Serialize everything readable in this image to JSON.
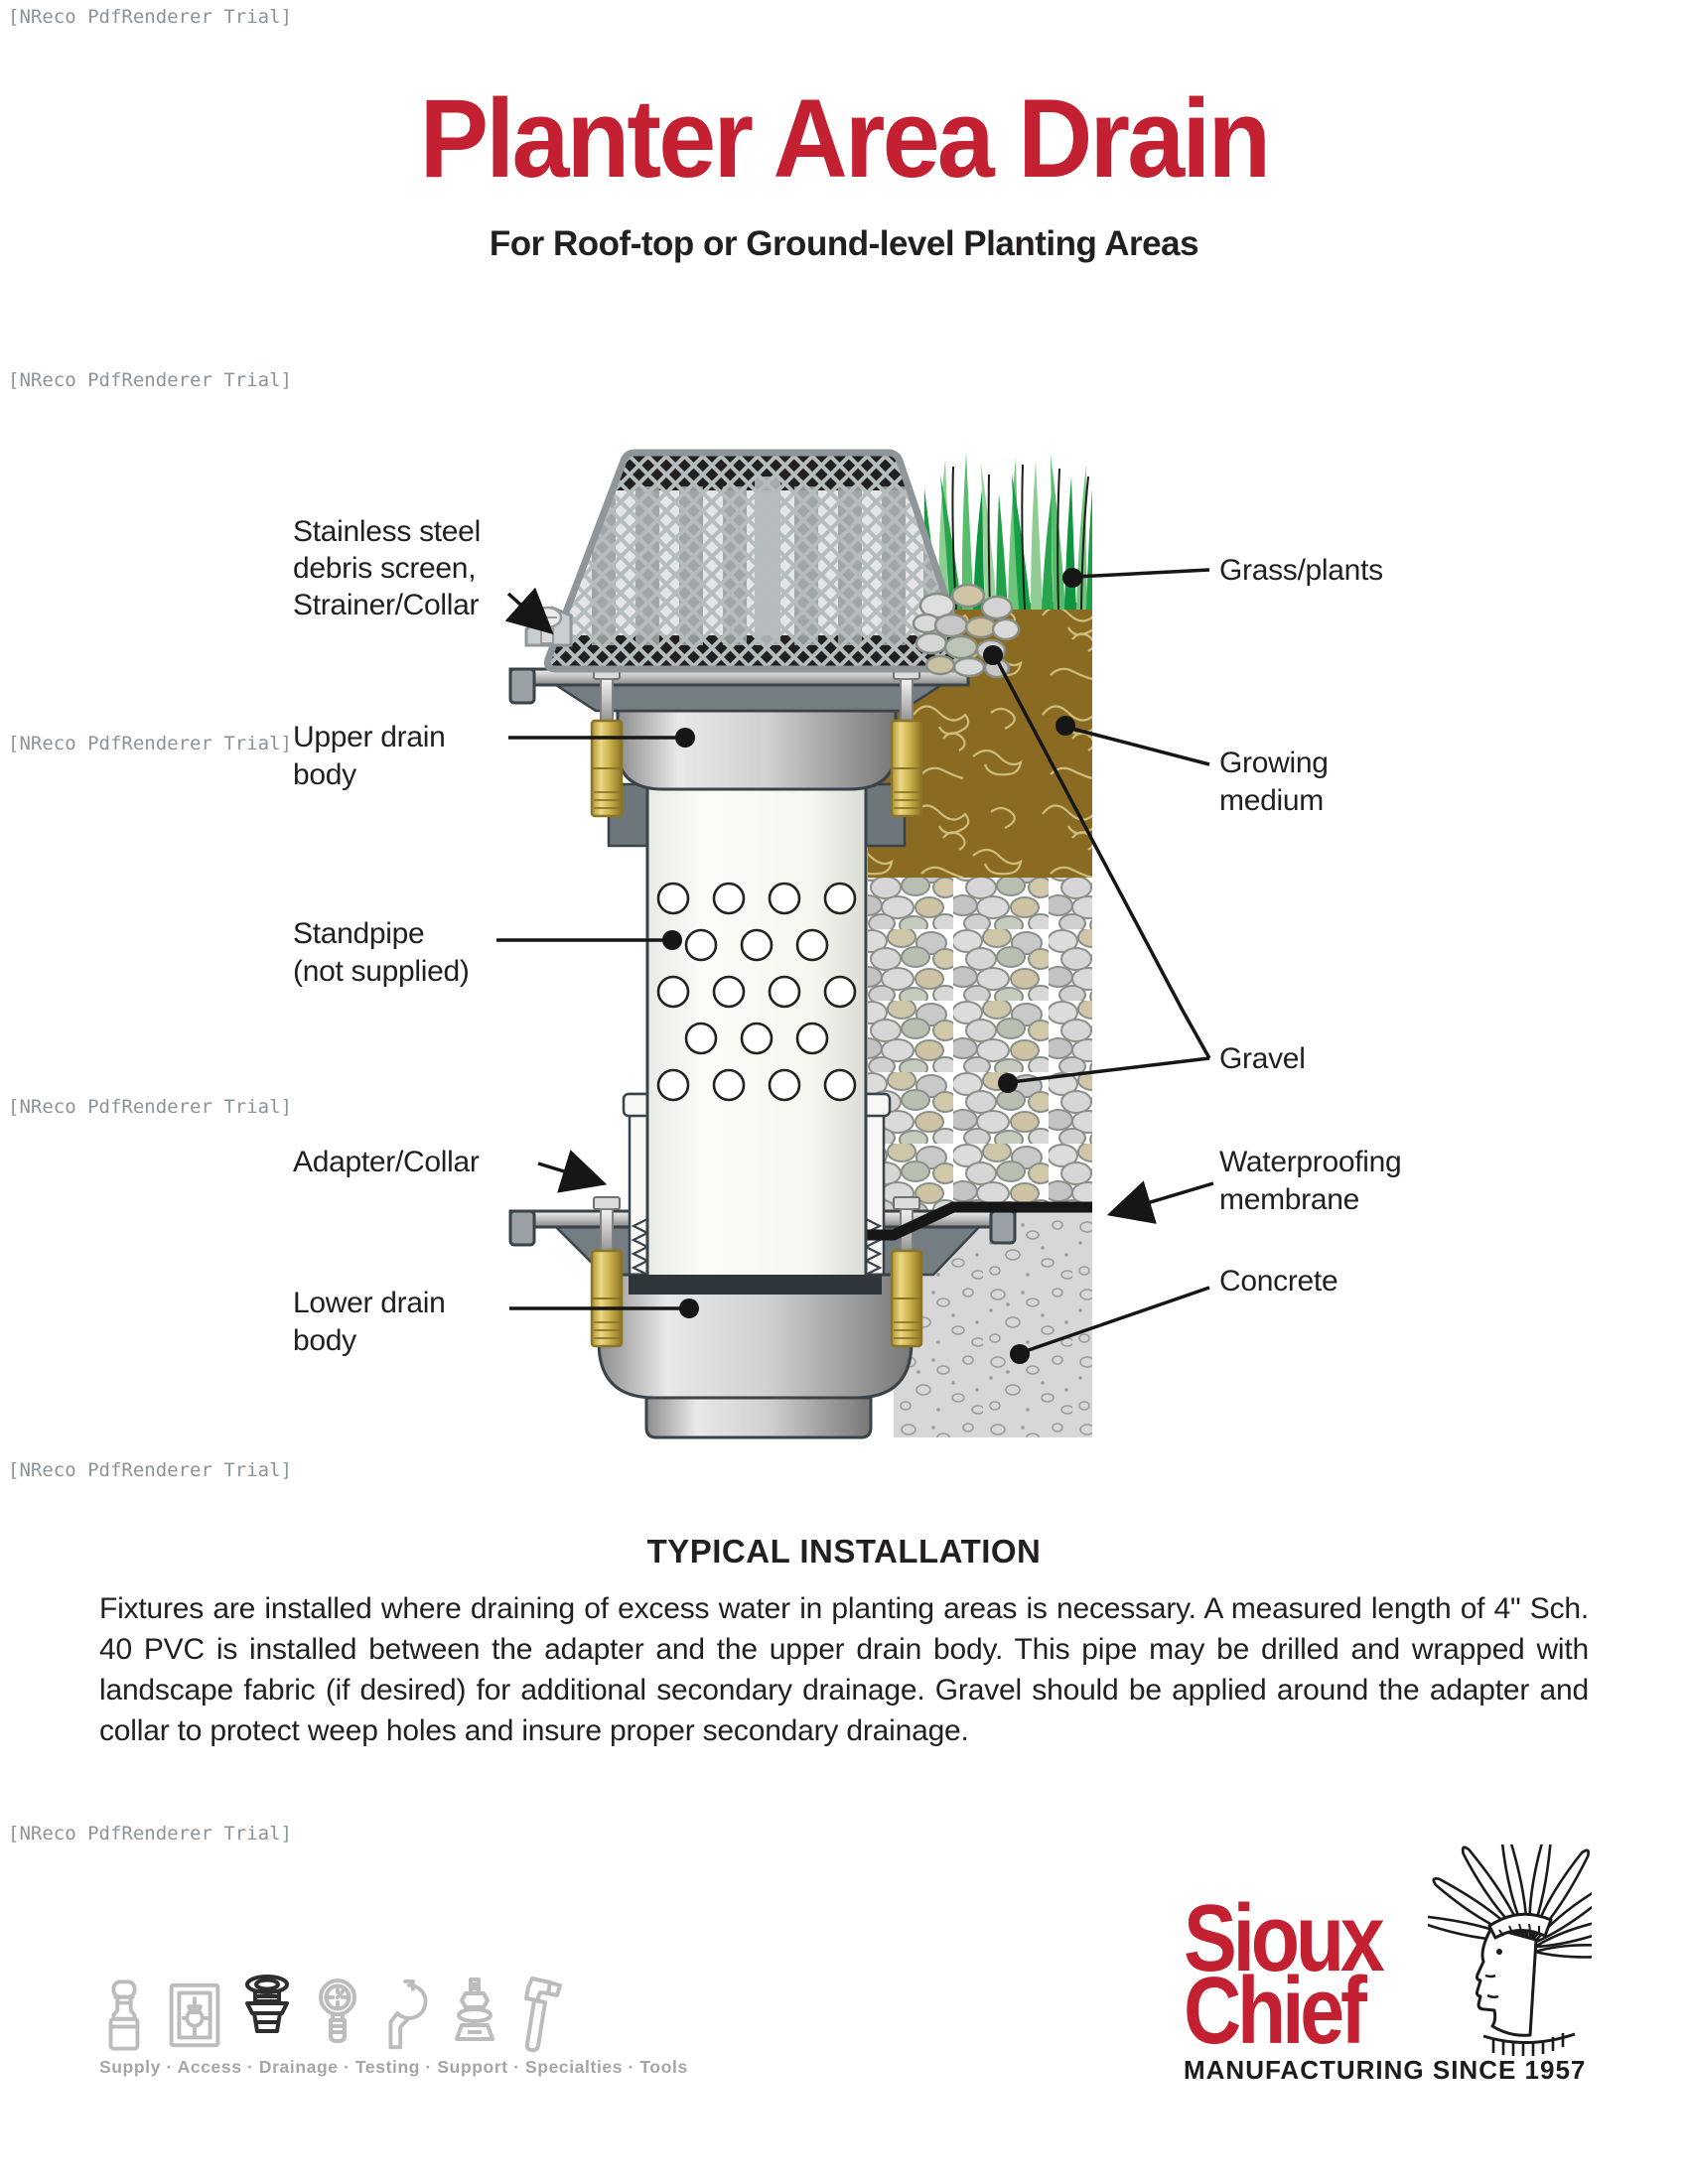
{
  "watermark": {
    "text": "[NReco PdfRenderer Trial]"
  },
  "header": {
    "title": "Planter Area Drain",
    "subtitle": "For Roof-top or Ground-level Planting Areas"
  },
  "diagram": {
    "labels": {
      "strainer": [
        "Stainless steel",
        "debris screen,",
        "Strainer/Collar"
      ],
      "upper_drain": [
        "Upper drain",
        "body"
      ],
      "standpipe": [
        "Standpipe",
        "(not supplied)"
      ],
      "adapter": [
        "Adapter/Collar"
      ],
      "lower_drain": [
        "Lower drain",
        "body"
      ],
      "grass": [
        "Grass/plants"
      ],
      "growing_medium": [
        "Growing",
        "medium"
      ],
      "gravel": [
        "Gravel"
      ],
      "waterproofing": [
        "Waterproofing",
        "membrane"
      ],
      "concrete": [
        "Concrete"
      ]
    }
  },
  "installation": {
    "heading": "TYPICAL INSTALLATION",
    "body": "Fixtures are installed where draining of excess water in planting areas is necessary. A measured length of 4\" Sch. 40 PVC is installed between the adapter and the upper drain body. This pipe may be drilled and wrapped with landscape fabric (if desired) for additional secondary drainage. Gravel should be applied around the adapter and collar to protect weep holes and insure proper secondary drainage."
  },
  "footer": {
    "categories_caption": "Supply · Access · Drainage · Testing · Support · Specialties · Tools",
    "category_icons": [
      "supply-icon",
      "access-icon",
      "drainage-icon",
      "testing-icon",
      "support-icon",
      "specialties-icon",
      "tools-icon"
    ],
    "logo": {
      "name_line1": "Sioux",
      "name_line2": "Chief",
      "tagline": "MANUFACTURING SINCE 1957"
    }
  },
  "colors": {
    "accent_red": "#c32032",
    "text_dark": "#231f20",
    "watermark_gray": "#8b949b",
    "icon_gray": "#bcbcbc",
    "soil_brown": "#8b6b21",
    "grass_green": "#1aa244"
  }
}
